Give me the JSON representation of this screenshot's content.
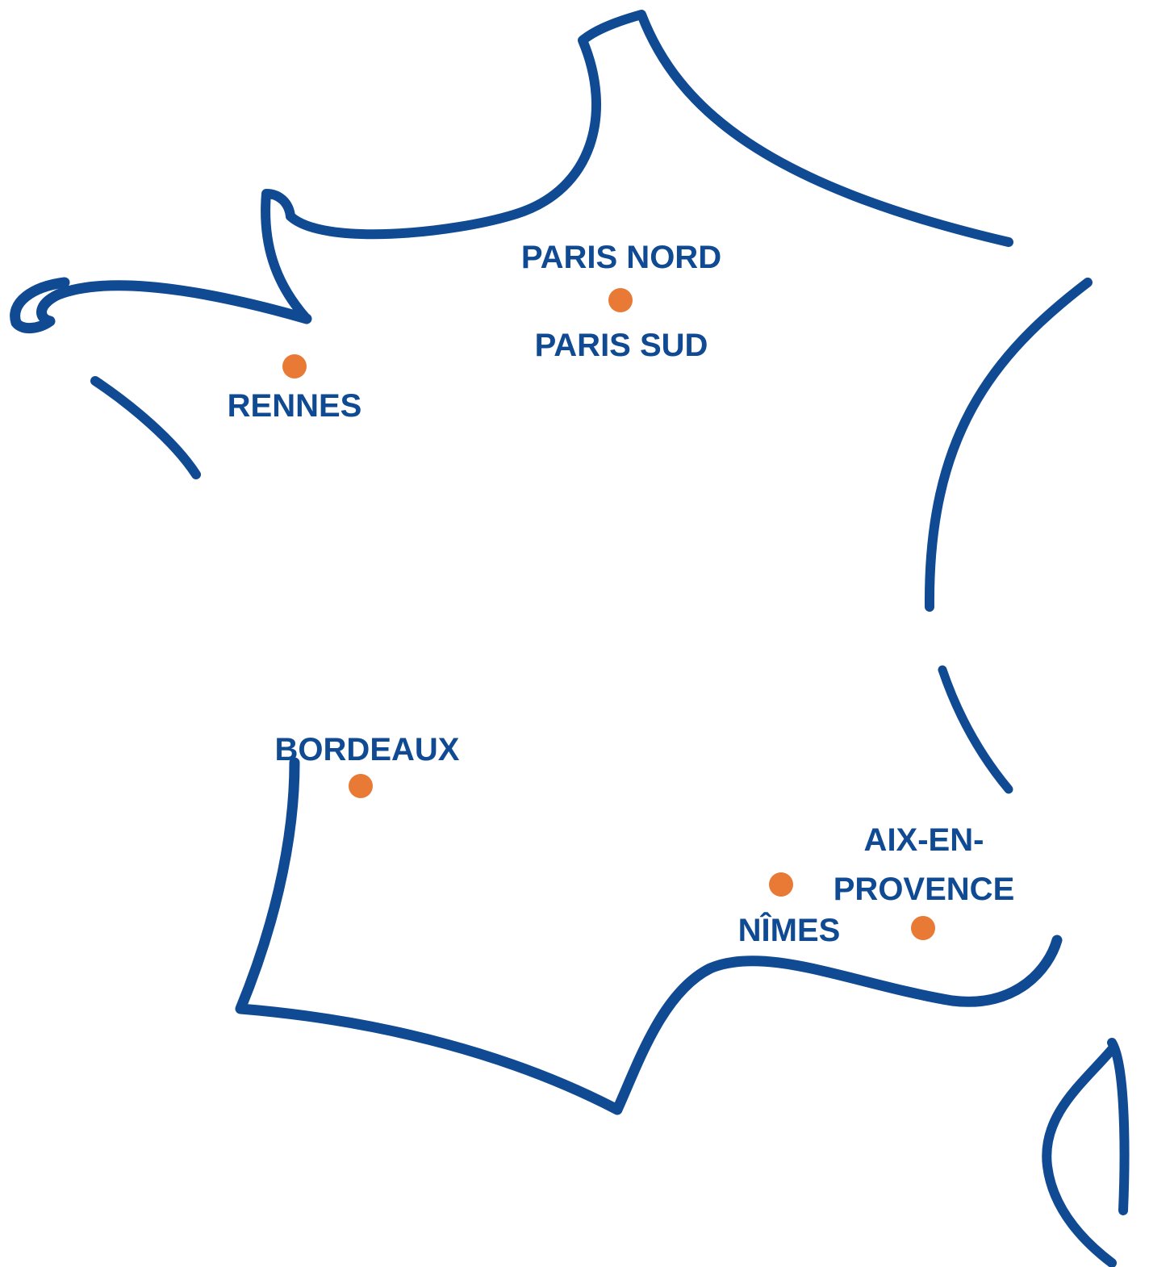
{
  "map": {
    "colors": {
      "outline": "#0f4a93",
      "label": "#0f4a93",
      "marker": "#e97a35",
      "background": "#ffffff"
    },
    "cities": [
      {
        "id": "paris-nord",
        "label": "PARIS NORD"
      },
      {
        "id": "paris-sud",
        "label": "PARIS SUD"
      },
      {
        "id": "rennes",
        "label": "RENNES"
      },
      {
        "id": "bordeaux",
        "label": "BORDEAUX"
      },
      {
        "id": "aix-en-provence",
        "label_line1": "AIX-EN-",
        "label_line2": "PROVENCE"
      },
      {
        "id": "nimes",
        "label": "NÎMES"
      }
    ]
  }
}
